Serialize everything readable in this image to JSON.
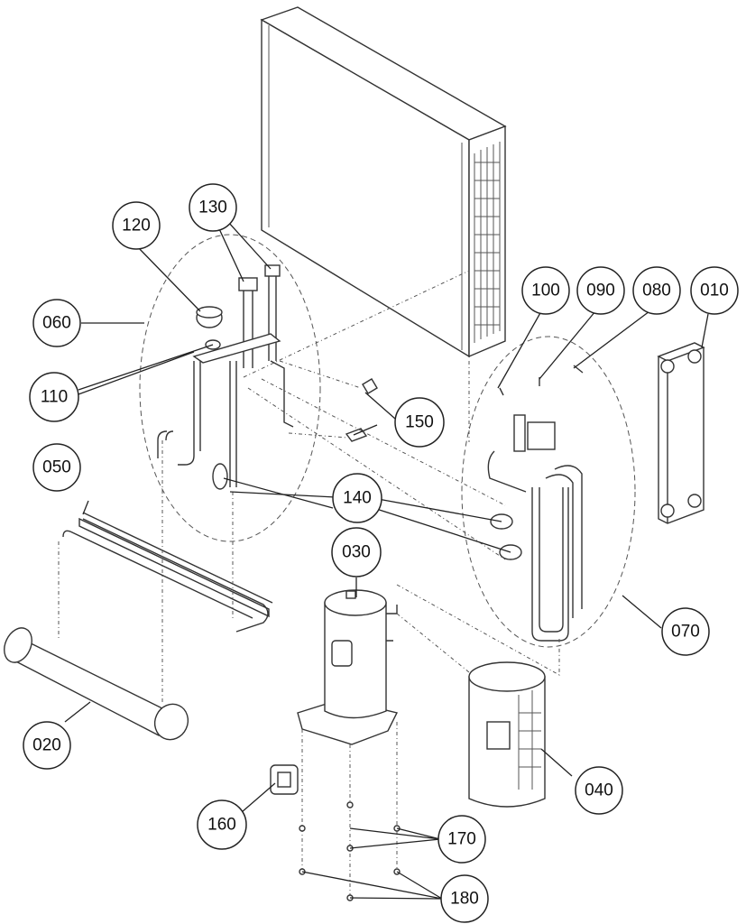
{
  "callouts": {
    "c010": "010",
    "c020": "020",
    "c030": "030",
    "c040": "040",
    "c050": "050",
    "c060": "060",
    "c070": "070",
    "c080": "080",
    "c090": "090",
    "c100": "100",
    "c110": "110",
    "c120": "120",
    "c130": "130",
    "c140": "140",
    "c150": "150",
    "c160": "160",
    "c170": "170",
    "c180": "180"
  }
}
